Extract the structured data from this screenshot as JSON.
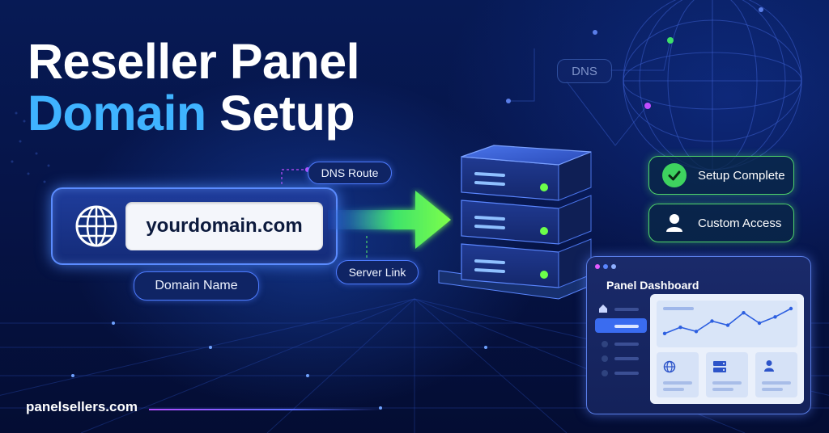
{
  "headline": {
    "line1": "Reseller Panel",
    "line2_accent": "Domain",
    "line2_rest": "Setup"
  },
  "domain_input": {
    "value": "yourdomain.com",
    "label": "Domain Name"
  },
  "tags": {
    "dns_route": "DNS Route",
    "server_link": "Server Link",
    "dns": "DNS"
  },
  "status": {
    "setup_complete": "Setup Complete",
    "custom_access": "Custom Access"
  },
  "dashboard": {
    "title": "Panel Dashboard",
    "chart_points": [
      2,
      5,
      3,
      8,
      6,
      12,
      7,
      10,
      14
    ]
  },
  "footer": {
    "site": "panelsellers.com"
  },
  "colors": {
    "accent_blue": "#3fb3ff",
    "success_green": "#3ed35f",
    "arrow_green": "#6cff4a",
    "background_navy": "#061448"
  },
  "icons": [
    "globe-icon",
    "arrow-icon",
    "server-icon",
    "check-icon",
    "user-icon",
    "home-icon",
    "dns-globe-icon",
    "storage-icon",
    "profile-icon"
  ]
}
